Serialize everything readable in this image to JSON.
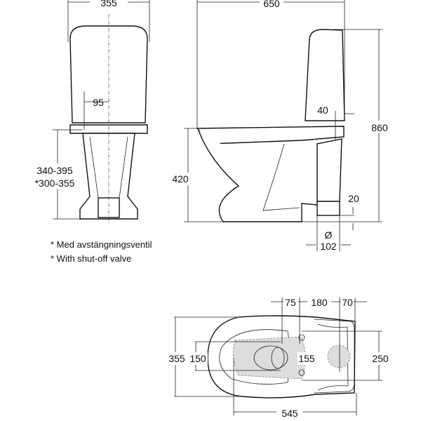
{
  "front_view": {
    "width": "355",
    "pipe_offset": "95",
    "height_range": "340-395",
    "height_range_alt": "*300-355"
  },
  "side_view": {
    "depth": "650",
    "total_height": "860",
    "seat_height": "420",
    "tank_offset": "40",
    "outlet_height": "20",
    "outlet_diameter_symbol": "Ø",
    "outlet_diameter": "102"
  },
  "notes": [
    "* Med avstängningsventil",
    "* With shut-off valve"
  ],
  "top_view": {
    "width": "355",
    "bowl_width": "150",
    "bolt_spacing": "155",
    "tank_width": "250",
    "length": "545",
    "offsets": [
      "75",
      "180",
      "70"
    ]
  }
}
